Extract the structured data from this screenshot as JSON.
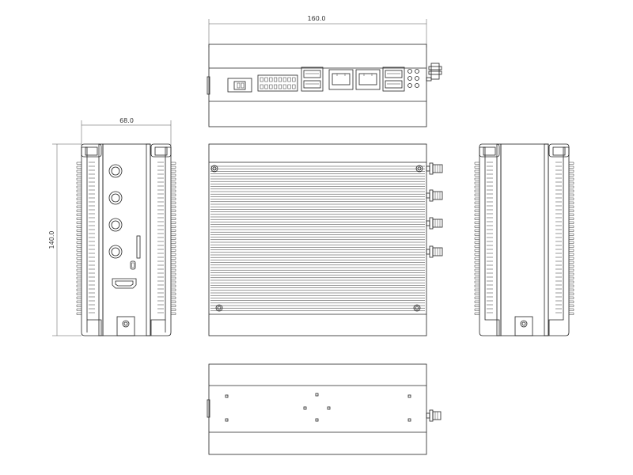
{
  "drawing": {
    "dimensions": {
      "top_width": "160.0",
      "side_width": "68.0",
      "side_height": "140.0"
    },
    "views": {
      "top": "top-view",
      "front_left": "left-side-view",
      "center": "front-heatsink-view",
      "right": "right-side-view",
      "bottom": "bottom-view"
    },
    "colors": {
      "line": "#222222",
      "background": "#ffffff"
    }
  }
}
